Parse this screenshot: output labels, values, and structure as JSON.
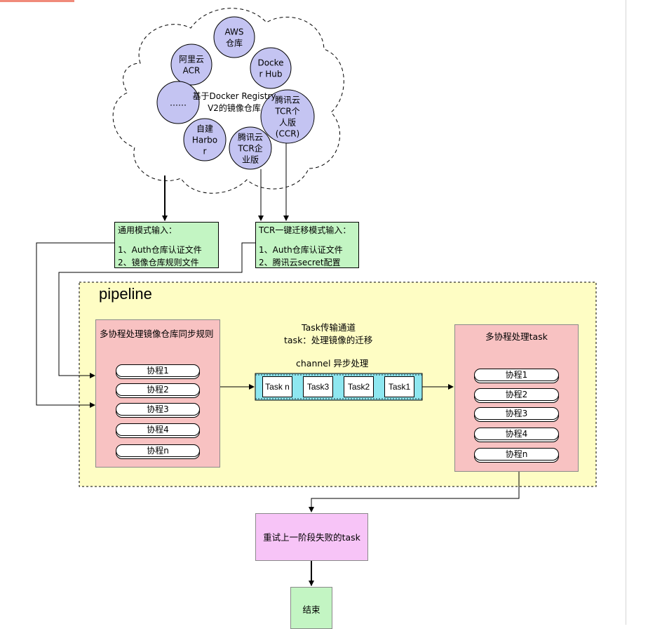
{
  "cloud": {
    "center_label": [
      "基于Docker Registry",
      "V2的镜像仓库"
    ],
    "registries": [
      {
        "id": "aws",
        "lines": [
          "AWS",
          "仓库"
        ]
      },
      {
        "id": "aliyun",
        "lines": [
          "阿里云",
          "ACR"
        ]
      },
      {
        "id": "dockerhub",
        "lines": [
          "Docke",
          "r Hub"
        ]
      },
      {
        "id": "more",
        "lines": [
          "……"
        ]
      },
      {
        "id": "tencent-ccr",
        "lines": [
          "腾讯云",
          "TCR个",
          "人版",
          "(CCR)"
        ]
      },
      {
        "id": "harbor",
        "lines": [
          "自建",
          "Harbo",
          "r"
        ]
      },
      {
        "id": "tencent-enterprise",
        "lines": [
          "腾讯云",
          "TCR企",
          "业版"
        ]
      }
    ]
  },
  "inputs": {
    "general": {
      "title": "通用模式输入：",
      "line1": "1、Auth仓库认证文件",
      "line2": "2、镜像仓库规则文件"
    },
    "tcr": {
      "title": "TCR一键迁移模式输入：",
      "line1": "1、Auth仓库认证文件",
      "line2": "2、腾讯云secret配置"
    }
  },
  "pipeline": {
    "title": "pipeline",
    "left_box": {
      "title": "多协程处理镜像仓库同步规则",
      "coroutines": [
        "协程1",
        "协程2",
        "协程3",
        "协程4",
        "协程n"
      ]
    },
    "channel": {
      "title": "Task传输通道",
      "subtitle": "task：处理镜像的迁移",
      "name": "channel 异步处理",
      "tasks": [
        "Task n",
        "Task3",
        "Task2",
        "Task1"
      ]
    },
    "right_box": {
      "title": "多协程处理task",
      "coroutines": [
        "协程1",
        "协程2",
        "协程3",
        "协程4",
        "协程n"
      ]
    }
  },
  "retry": {
    "label": "重试上一阶段失败的task"
  },
  "end": {
    "label": "结束"
  },
  "colors": {
    "input_box": "#c3f5c3",
    "pipeline_bg": "#fefdc4",
    "worker_box": "#f8c2c2",
    "channel": "#8ee7f0",
    "registry_circle": "#c4c4f2",
    "retry_box": "#f7c4f7"
  }
}
